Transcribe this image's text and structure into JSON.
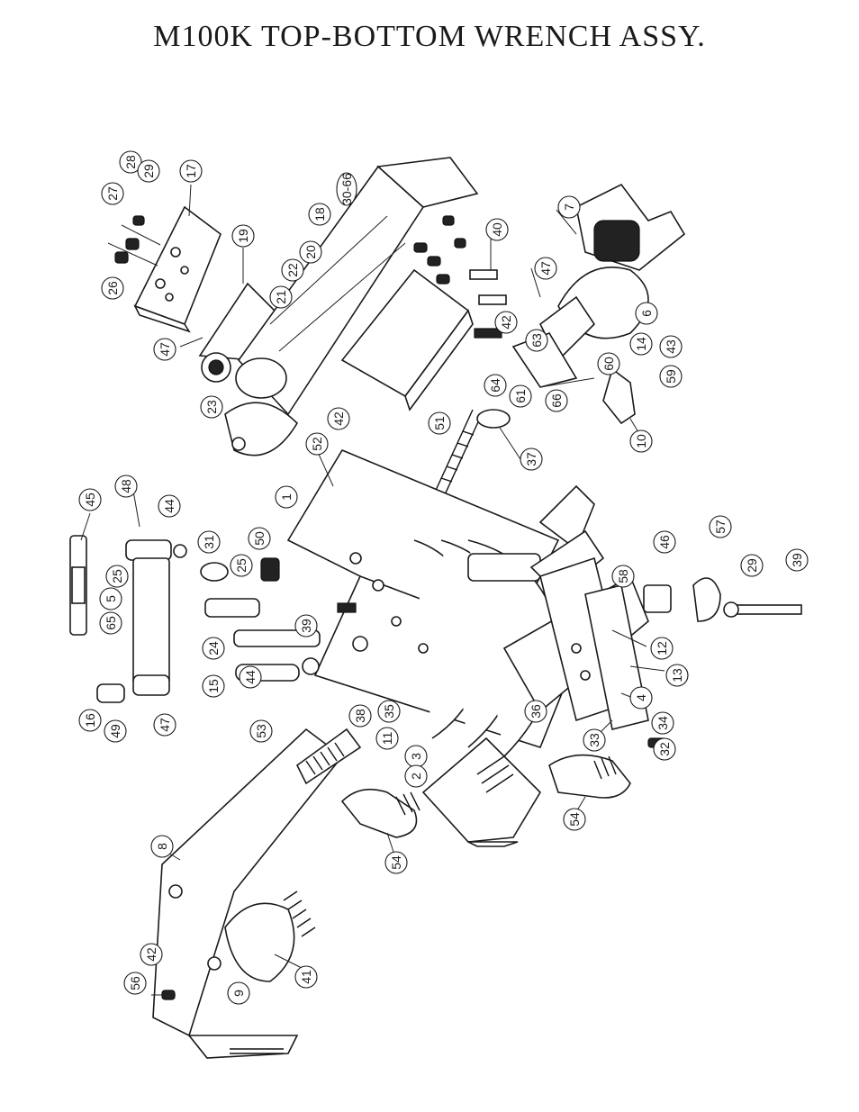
{
  "title": "M100K TOP-BOTTOM WRENCH ASSY.",
  "callouts": [
    {
      "id": "c17",
      "label": "17"
    },
    {
      "id": "c28",
      "label": "28"
    },
    {
      "id": "c29",
      "label": "29"
    },
    {
      "id": "c27",
      "label": "27"
    },
    {
      "id": "c26",
      "label": "26"
    },
    {
      "id": "c19",
      "label": "19"
    },
    {
      "id": "c47a",
      "label": "47"
    },
    {
      "id": "c66",
      "label": "30-66"
    },
    {
      "id": "c18",
      "label": "18"
    },
    {
      "id": "c20",
      "label": "20"
    },
    {
      "id": "c22",
      "label": "22"
    },
    {
      "id": "c21",
      "label": "21"
    },
    {
      "id": "c23",
      "label": "23"
    },
    {
      "id": "c40",
      "label": "40"
    },
    {
      "id": "c7",
      "label": "7"
    },
    {
      "id": "c47b",
      "label": "47"
    },
    {
      "id": "c6",
      "label": "6"
    },
    {
      "id": "c42a",
      "label": "42"
    },
    {
      "id": "c63",
      "label": "63"
    },
    {
      "id": "c14",
      "label": "14"
    },
    {
      "id": "c43",
      "label": "43"
    },
    {
      "id": "c64",
      "label": "64"
    },
    {
      "id": "c60",
      "label": "60"
    },
    {
      "id": "c59",
      "label": "59"
    },
    {
      "id": "c61",
      "label": "61"
    },
    {
      "id": "c66b",
      "label": "66"
    },
    {
      "id": "c10",
      "label": "10"
    },
    {
      "id": "c51",
      "label": "51"
    },
    {
      "id": "c37",
      "label": "37"
    },
    {
      "id": "c42b",
      "label": "42"
    },
    {
      "id": "c52",
      "label": "52"
    },
    {
      "id": "c1",
      "label": "1"
    },
    {
      "id": "c45",
      "label": "45"
    },
    {
      "id": "c48",
      "label": "48"
    },
    {
      "id": "c44a",
      "label": "44"
    },
    {
      "id": "c25a",
      "label": "25"
    },
    {
      "id": "c31",
      "label": "31"
    },
    {
      "id": "c50",
      "label": "50"
    },
    {
      "id": "c25b",
      "label": "25"
    },
    {
      "id": "c5",
      "label": "5"
    },
    {
      "id": "c65",
      "label": "65"
    },
    {
      "id": "c24",
      "label": "24"
    },
    {
      "id": "c39a",
      "label": "39"
    },
    {
      "id": "c15",
      "label": "15"
    },
    {
      "id": "c44b",
      "label": "44"
    },
    {
      "id": "c16",
      "label": "16"
    },
    {
      "id": "c49",
      "label": "49"
    },
    {
      "id": "c47c",
      "label": "47"
    },
    {
      "id": "c53",
      "label": "53"
    },
    {
      "id": "c38",
      "label": "38"
    },
    {
      "id": "c35",
      "label": "35"
    },
    {
      "id": "c11",
      "label": "11"
    },
    {
      "id": "c3",
      "label": "3"
    },
    {
      "id": "c2",
      "label": "2"
    },
    {
      "id": "c36",
      "label": "36"
    },
    {
      "id": "c58",
      "label": "58"
    },
    {
      "id": "c46",
      "label": "46"
    },
    {
      "id": "c57",
      "label": "57"
    },
    {
      "id": "c29b",
      "label": "29"
    },
    {
      "id": "c39b",
      "label": "39"
    },
    {
      "id": "c12",
      "label": "12"
    },
    {
      "id": "c13",
      "label": "13"
    },
    {
      "id": "c4",
      "label": "4"
    },
    {
      "id": "c34",
      "label": "34"
    },
    {
      "id": "c33",
      "label": "33"
    },
    {
      "id": "c32",
      "label": "32"
    },
    {
      "id": "c54a",
      "label": "54"
    },
    {
      "id": "c54b",
      "label": "54"
    },
    {
      "id": "c8",
      "label": "8"
    },
    {
      "id": "c41",
      "label": "41"
    },
    {
      "id": "c9",
      "label": "9"
    },
    {
      "id": "c42c",
      "label": "42"
    },
    {
      "id": "c56",
      "label": "56"
    }
  ]
}
